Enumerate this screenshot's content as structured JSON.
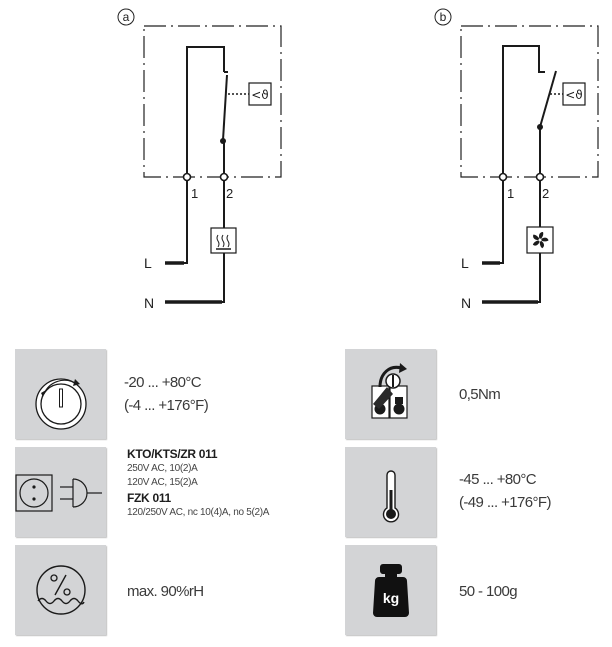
{
  "diagrams": [
    {
      "id_label": "a",
      "terminal_labels": [
        "1",
        "2"
      ],
      "line_labels": {
        "live": "L",
        "neutral": "N"
      },
      "sensor_label": "<ϑ",
      "contact_state": "normally closed (opens on temperature rise)",
      "load": "heater"
    },
    {
      "id_label": "b",
      "terminal_labels": [
        "1",
        "2"
      ],
      "line_labels": {
        "live": "L",
        "neutral": "N"
      },
      "sensor_label": "<ϑ",
      "contact_state": "normally open (closes on temperature rise)",
      "load": "fan"
    }
  ],
  "specs": {
    "setting_range": {
      "icon": "adjustment-dial-icon",
      "line1": "-20 ... +80°C",
      "line2": "(-4 ... +176°F)"
    },
    "electrical": {
      "icon": "socket-plug-icon",
      "group1_title": "KTO/KTS/ZR 011",
      "group1_lines": [
        "250V AC, 10(2)A",
        "120V AC, 15(2)A"
      ],
      "group2_title": "FZK 011",
      "group2_lines": [
        "120/250V AC, nc 10(4)A, no 5(2)A"
      ]
    },
    "humidity": {
      "icon": "humidity-icon",
      "line1": "max. 90%rH"
    },
    "torque": {
      "icon": "terminal-torque-icon",
      "line1": "0,5Nm"
    },
    "operating_temperature": {
      "icon": "thermometer-icon",
      "line1": "-45 ... +80°C",
      "line2": "(-49 ... +176°F)"
    },
    "weight": {
      "icon": "weight-icon",
      "icon_text": "kg",
      "line1": "50 - 100g"
    }
  },
  "colors": {
    "icon_background": "#d3d4d6",
    "line": "#1a1a1a",
    "text": "#3a3a3a"
  }
}
